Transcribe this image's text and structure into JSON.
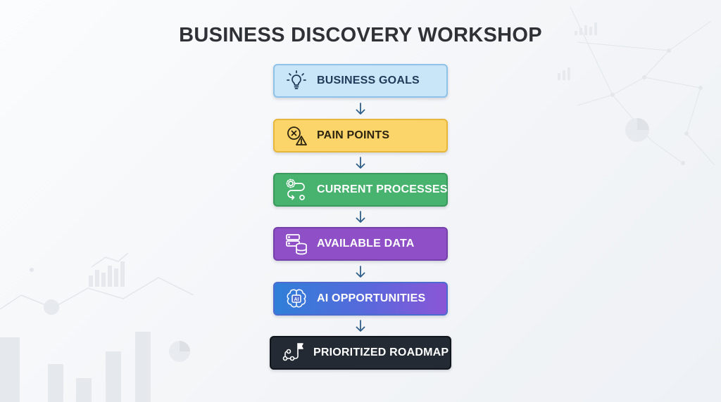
{
  "title": "BUSINESS DISCOVERY WORKSHOP",
  "steps": [
    {
      "label": "BUSINESS GOALS",
      "icon": "lightbulb-icon",
      "color": "#c9e5f8"
    },
    {
      "label": "PAIN POINTS",
      "icon": "pain-points-icon",
      "color": "#fbd46a"
    },
    {
      "label": "CURRENT PROCESSES",
      "icon": "process-flow-icon",
      "color": "#48b26f"
    },
    {
      "label": "AVAILABLE DATA",
      "icon": "database-icon",
      "color": "#8e4fc7"
    },
    {
      "label": "AI OPPORTUNITIES",
      "icon": "ai-brain-icon",
      "color": "#5a68dc"
    },
    {
      "label": "PRIORITIZED ROADMAP",
      "icon": "roadmap-flag-icon",
      "color": "#232a33"
    }
  ],
  "arrow_color": "#2f5f8a"
}
